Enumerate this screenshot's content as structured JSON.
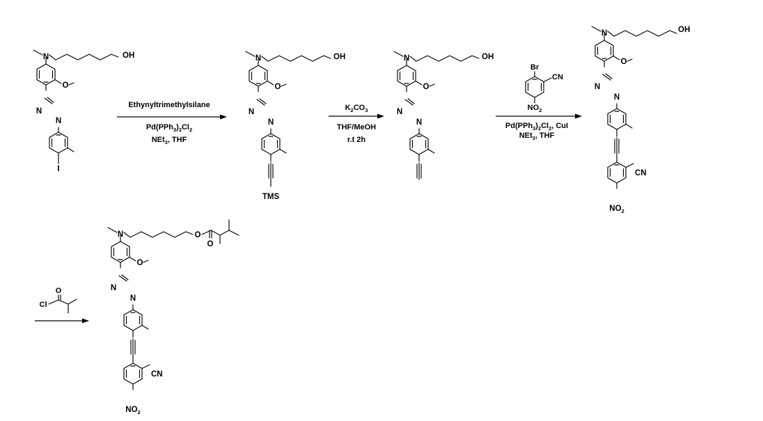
{
  "scheme": {
    "labels": {
      "n": "N",
      "oh": "OH",
      "o": "O",
      "i": "I",
      "tms": "TMS",
      "cn": "CN",
      "no2_main": "NO",
      "no2_sub": "2",
      "br": "Br",
      "cl": "Cl"
    },
    "steps": [
      {
        "above": [
          "Ethynyltrimethylsilane"
        ],
        "below_line1": {
          "a": "Pd(PPh",
          "b": "3",
          "c": ")",
          "d": "2",
          "e": "Cl",
          "f": "2"
        },
        "below_line2": {
          "a": "NEt",
          "b": "3",
          "c": ", THF"
        }
      },
      {
        "above": {
          "a": "K",
          "b": "2",
          "c": "CO",
          "d": "3"
        },
        "below": [
          "THF/MeOH",
          "r.t 2h"
        ]
      },
      {
        "reagent_labels": [
          "Br",
          "CN",
          "NO",
          "2"
        ],
        "below_line1": {
          "a": "Pd(PPh",
          "b": "3",
          "c": ")",
          "d": "2",
          "e": "Cl",
          "f": "2",
          "g": ", CuI"
        },
        "below_line2": {
          "a": "NEt",
          "b": "3",
          "c": ", THF"
        }
      },
      {
        "reagent_labels": [
          "Cl",
          "O"
        ]
      }
    ]
  }
}
